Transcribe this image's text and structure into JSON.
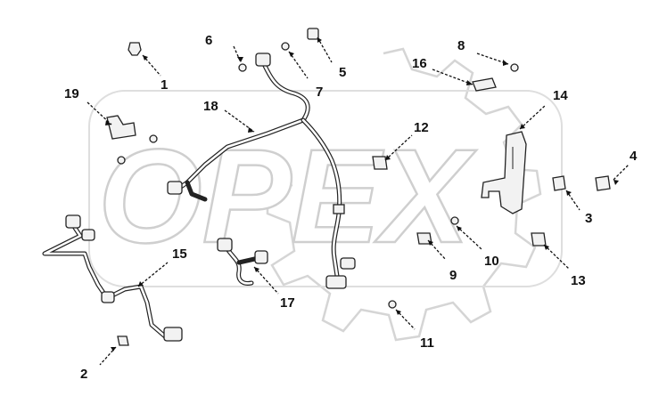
{
  "watermark": "OPEX",
  "callouts": [
    "1",
    "2",
    "3",
    "4",
    "5",
    "6",
    "7",
    "8",
    "9",
    "10",
    "11",
    "12",
    "13",
    "14",
    "15",
    "16",
    "17",
    "18",
    "19"
  ]
}
